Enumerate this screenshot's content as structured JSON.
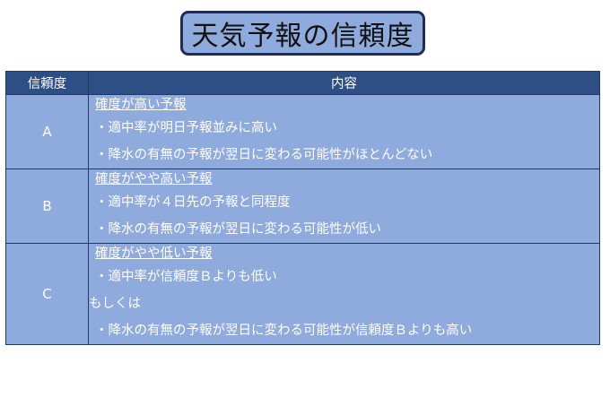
{
  "title": "天気予報の信頼度",
  "table": {
    "headers": [
      "信頼度",
      "内容"
    ],
    "rows": [
      {
        "grade": "A",
        "lines": [
          "確度が高い予報",
          "・適中率が明日予報並みに高い",
          "・降水の有無の予報が翌日に変わる可能性がほとんどない"
        ]
      },
      {
        "grade": "B",
        "lines": [
          "確度がやや高い予報",
          "・適中率が４日先の予報と同程度",
          "・降水の有無の予報が翌日に変わる可能性が低い"
        ]
      },
      {
        "grade": "C",
        "lines": [
          "確度がやや低い予報",
          "・適中率が信頼度Ｂよりも低い",
          "もしくは",
          "・降水の有無の予報が翌日に変わる可能性が信頼度Ｂよりも高い"
        ]
      }
    ]
  },
  "colors": {
    "header_bg": "#2e4f86",
    "cell_bg": "#8faadc",
    "border": "#1f3a66",
    "text": "#ffffff"
  }
}
